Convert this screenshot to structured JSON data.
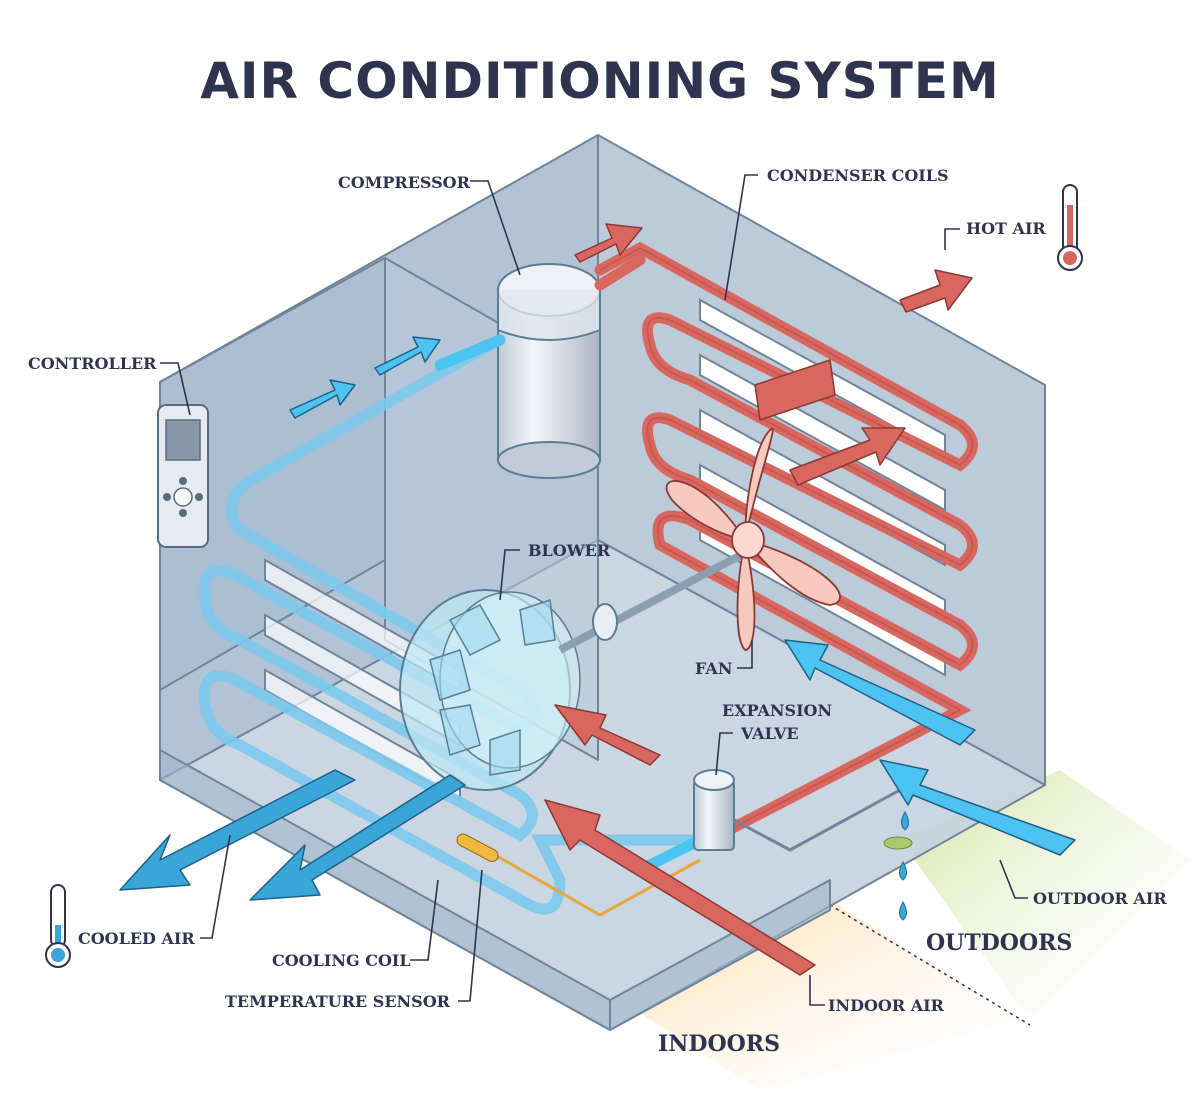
{
  "title": "AIR CONDITIONING SYSTEM",
  "labels": {
    "compressor": "COMPRESSOR",
    "condenser_coils": "CONDENSER COILS",
    "hot_air": "HOT AIR",
    "controller": "CONTROLLER",
    "blower": "BLOWER",
    "fan": "FAN",
    "expansion_valve_1": "EXPANSION",
    "expansion_valve_2": "VALVE",
    "cooled_air": "COOLED AIR",
    "cooling_coil": "COOLING COIL",
    "temperature_sensor": "TEMPERATURE SENSOR",
    "indoor_air": "INDOOR AIR",
    "outdoor_air": "OUTDOOR AIR"
  },
  "zones": {
    "outdoors": "OUTDOORS",
    "indoors": "INDOORS"
  },
  "colors": {
    "title": "#2e3350",
    "cold": "#4cc3f0",
    "hot": "#d9675f",
    "case": "#a9bfd3",
    "outdoor_ground": "#d6e6a8",
    "indoor_ground": "#fde3b8"
  }
}
